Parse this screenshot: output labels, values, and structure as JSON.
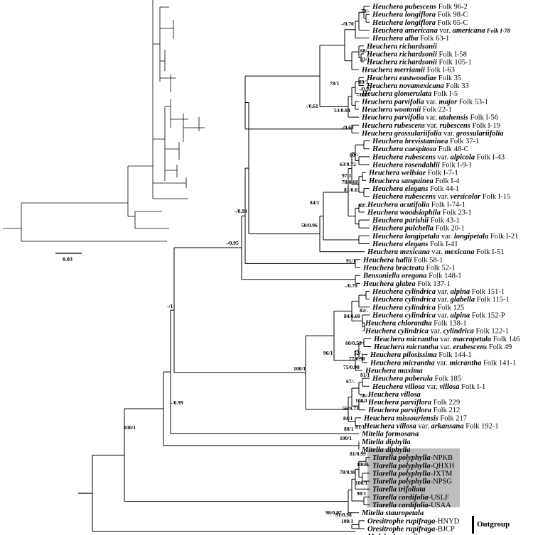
{
  "figure": {
    "scale_bar_label": "0.03",
    "outgroup_label": "Outgroup",
    "highlight_color": "#bdbdbd"
  },
  "taxa": [
    {
      "genus": "Heuchera",
      "epithet": "pubescens",
      "collector": "Folk 96-2"
    },
    {
      "genus": "Heuchera",
      "epithet": "longiflora",
      "collector": "Folk 98-C"
    },
    {
      "genus": "Heuchera",
      "epithet": "longiflora",
      "collector": "Folk 65-C"
    },
    {
      "genus": "Heuchera",
      "epithet": "americana",
      "rank": "var.",
      "infra": "americana",
      "collector": "Folk I-70",
      "collector_italic": true
    },
    {
      "genus": "Heuchera",
      "epithet": "alba",
      "collector": "Folk 63-1"
    },
    {
      "genus": "Heuchera",
      "epithet": "richardsonii",
      "collector": ""
    },
    {
      "genus": "Heuchera",
      "epithet": "richardsonii",
      "collector": "Folk I-58"
    },
    {
      "genus": "Heuchera",
      "epithet": "richardsonii",
      "collector": "Folk 105-1"
    },
    {
      "genus": "Heuchera",
      "epithet": "merriamii",
      "collector": "Folk I-63"
    },
    {
      "genus": "Heuchera",
      "epithet": "eastwoodiae",
      "collector": "Folk 35"
    },
    {
      "genus": "Heuchera",
      "epithet": "novamexicana",
      "collector": "Folk 33"
    },
    {
      "genus": "Heuchera",
      "epithet": "glomerulata",
      "collector": "Folk I-5"
    },
    {
      "genus": "Heuchera",
      "epithet": "parvifolia",
      "rank": "var.",
      "infra": "major",
      "collector": "Folk 53-1"
    },
    {
      "genus": "Heuchera",
      "epithet": "wootonii",
      "collector": "Folk 22-1"
    },
    {
      "genus": "Heuchera",
      "epithet": "parvifolia",
      "rank": "var.",
      "infra": "utahensis",
      "collector": "Folk I-56"
    },
    {
      "genus": "Heuchera",
      "epithet": "rubescens",
      "rank": "var.",
      "infra": "rubescens",
      "collector": "Folk I-19"
    },
    {
      "genus": "Heuchera",
      "epithet": "grossulariifolia",
      "rank": "var.",
      "infra": "grossulariifolia",
      "collector": ""
    },
    {
      "genus": "Heuchera",
      "epithet": "brevistaminea",
      "collector": "Folk 37-1"
    },
    {
      "genus": "Heuchera",
      "epithet": "caespitosa",
      "collector": "Folk 48-C"
    },
    {
      "genus": "Heuchera",
      "epithet": "rubescens",
      "rank": "var.",
      "infra": "alpicola",
      "collector": "Folk I-43"
    },
    {
      "genus": "Heuchera",
      "epithet": "rosendahlii",
      "collector": "Folk I-9-1"
    },
    {
      "genus": "Heuchera",
      "epithet": "wellsiae",
      "collector": "Folk I-7-1"
    },
    {
      "genus": "Heuchera",
      "epithet": "sanguinea",
      "collector": "Folk I-4"
    },
    {
      "genus": "Heuchera",
      "epithet": "elegans",
      "collector": "Folk 44-1"
    },
    {
      "genus": "Heuchera",
      "epithet": "rubescens",
      "rank": "var.",
      "infra": "versicolor",
      "collector": "Folk I-15"
    },
    {
      "genus": "Heuchera",
      "epithet": "acutifolia",
      "collector": "Folk I-74-1"
    },
    {
      "genus": "Heuchera",
      "epithet": "woodsiaphila",
      "collector": "Folk 23-1"
    },
    {
      "genus": "Heuchera",
      "epithet": "parishii",
      "collector": "Folk 43-1"
    },
    {
      "genus": "Heuchera",
      "epithet": "pulchella",
      "collector": "Folk 20-1"
    },
    {
      "genus": "Heuchera",
      "epithet": "longipetala",
      "rank": "var.",
      "infra": "longipetala",
      "collector": "Folk I-21"
    },
    {
      "genus": "Heuchera",
      "epithet": "elegans",
      "collector": "Folk I-41"
    },
    {
      "genus": "Heuchera",
      "epithet": "mexicana",
      "rank": "var.",
      "infra": "mexicana",
      "collector": "Folk I-51"
    },
    {
      "genus": "Heuchera",
      "epithet": "hallii",
      "collector": "Folk 58-1"
    },
    {
      "genus": "Heuchera",
      "epithet": "bracteata",
      "collector": "Folk 52-1"
    },
    {
      "genus": "Bensoniella",
      "epithet": "oregona",
      "collector": "Folk 148-1"
    },
    {
      "genus": "Heuchera",
      "epithet": "glabra",
      "collector": "Folk 137-1"
    },
    {
      "genus": "Heuchera",
      "epithet": "cylindrica",
      "rank": "var.",
      "infra": "alpina",
      "collector": "Folk 151-1"
    },
    {
      "genus": "Heuchera",
      "epithet": "cylindrica",
      "rank": "var.",
      "infra": "glabella",
      "collector": "Folk 115-1"
    },
    {
      "genus": "Heuchera",
      "epithet": "cylindrica",
      "collector": "Folk 125"
    },
    {
      "genus": "Heuchera",
      "epithet": "cylindrica",
      "rank": "var.",
      "infra": "alpina",
      "collector": "Folk 152-P"
    },
    {
      "genus": "Heuchera",
      "epithet": "chlorantha",
      "collector": "Folk 138-1"
    },
    {
      "genus": "Heuchera",
      "epithet": "cylindrica",
      "rank": "var.",
      "infra": "cylindrica",
      "collector": "Folk 122-1"
    },
    {
      "genus": "Heuchera",
      "epithet": "micrantha",
      "rank": "var.",
      "infra": "macropetala",
      "collector": "Folk 146"
    },
    {
      "genus": "Heuchera",
      "epithet": "micrantha",
      "rank": "var.",
      "infra": "erubescens",
      "collector": "Folk 49"
    },
    {
      "genus": "Heuchera",
      "epithet": "pilosissima",
      "collector": "Folk 144-1"
    },
    {
      "genus": "Heuchera",
      "epithet": "micrantha",
      "rank": "var.",
      "infra": "micrantha",
      "collector": "Folk 141-1"
    },
    {
      "genus": "Heuchera",
      "epithet": "maxima",
      "collector": ""
    },
    {
      "genus": "Heuchera",
      "epithet": "puberula",
      "collector": "Folk 185"
    },
    {
      "genus": "Heuchera",
      "epithet": "villosa",
      "rank": "var.",
      "infra": "villosa",
      "collector": "Folk I-1"
    },
    {
      "genus": "Heuchera",
      "epithet": "villosa",
      "collector": ""
    },
    {
      "genus": "Heuchera",
      "epithet": "parviflora",
      "collector": "Folk 229"
    },
    {
      "genus": "Heuchera",
      "epithet": "parviflora",
      "collector": "Folk 212"
    },
    {
      "genus": "Heuchera",
      "epithet": "missouriensis",
      "collector": "Folk 217"
    },
    {
      "genus": "Heuchera",
      "epithet": "villosa",
      "rank": "var.",
      "infra": "arkansana",
      "collector": "Folk 192-1"
    },
    {
      "genus": "Mitella",
      "epithet": "formosana",
      "collector": ""
    },
    {
      "genus": "Mitella",
      "epithet": "diphylla",
      "collector": ""
    },
    {
      "genus": "Mitella",
      "epithet": "diphylla",
      "collector": ""
    },
    {
      "genus": "Tiarella",
      "epithet": "polyphylla",
      "collector": "-NPKB"
    },
    {
      "genus": "Tiarella",
      "epithet": "polyphylla",
      "collector": "-QHXH"
    },
    {
      "genus": "Tiarella",
      "epithet": "polyphylla",
      "collector": "-JXTM"
    },
    {
      "genus": "Tiarella",
      "epithet": "polyphylla",
      "collector": "-NPSG"
    },
    {
      "genus": "Tiarella",
      "epithet": "trifoliata",
      "collector": ""
    },
    {
      "genus": "Tiarella",
      "epithet": "cordifolia",
      "collector": "-USLF"
    },
    {
      "genus": "Tiarella",
      "epithet": "cordifolia",
      "collector": "-USAA"
    },
    {
      "genus": "Mitella",
      "epithet": "stauropetala",
      "collector": ""
    },
    {
      "genus": "Oresitrophe",
      "epithet": "rupifraga",
      "collector": "-HNYD"
    },
    {
      "genus": "Oresitrophe",
      "epithet": "rupifraga",
      "collector": "-BJCP"
    },
    {
      "genus": "Mukdenia",
      "epithet": "rossii",
      "collector": ""
    }
  ],
  "support_values": [
    "70/-",
    "-/0.70",
    "68/-",
    "83/1",
    "89/1",
    "-/0.91",
    "-/0.87",
    "78/1",
    "53/0.94",
    "-/0.61",
    "-/0.63",
    "60/-",
    "63/0.72",
    "97/1",
    "78/0.68",
    "81/0.61",
    "62/-",
    "84/1",
    "50/0.96",
    "-/0.99",
    "-/0.95",
    "91/1",
    "-/0.70",
    "82/-",
    "84/0.60",
    "60/0.53",
    "52/-",
    "96/1",
    "77/0.50",
    "75/0.98",
    "67/-",
    "81/1",
    "100/1",
    "-/1",
    "56/-",
    "100/1",
    "56/0.73",
    "84/1",
    "81/1",
    "88/1",
    "-/0.99",
    "100/1",
    "100/1",
    "81/0.99",
    "100/1",
    "78/0.98",
    "100/1",
    "98/1",
    "98/0.97",
    "91/0.98",
    "100/1"
  ]
}
